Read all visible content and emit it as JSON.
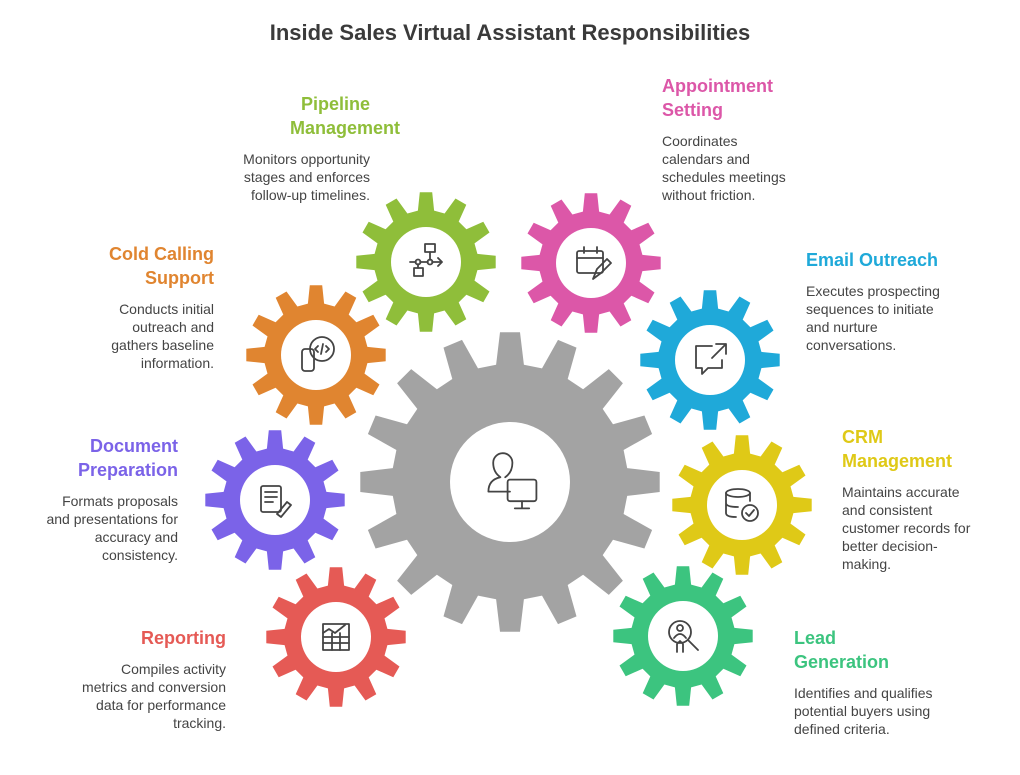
{
  "title": "Inside Sales Virtual Assistant Responsibilities",
  "center": {
    "icon": "assistant-at-computer-icon",
    "color": "#a3a3a3"
  },
  "items": [
    {
      "key": "pipeline",
      "title": "Pipeline Management",
      "desc": "Monitors opportunity stages and enforces follow-up timelines.",
      "color": "#8fbe3a",
      "icon": "workflow-icon"
    },
    {
      "key": "appointment",
      "title": "Appointment Setting",
      "desc": "Coordinates calendars and schedules meetings without friction.",
      "color": "#dc57a8",
      "icon": "calendar-edit-icon"
    },
    {
      "key": "cold",
      "title": "Cold Calling Support",
      "desc": "Conducts initial outreach and gathers baseline information.",
      "color": "#e08530",
      "icon": "phone-code-icon"
    },
    {
      "key": "email",
      "title": "Email Outreach",
      "desc": "Executes prospecting sequences to initiate and nurture conversations.",
      "color": "#1fa9d9",
      "icon": "share-out-icon"
    },
    {
      "key": "document",
      "title": "Document Preparation",
      "desc": "Formats proposals and presentations for accuracy and consistency.",
      "color": "#7b63e8",
      "icon": "document-sign-icon"
    },
    {
      "key": "crm",
      "title": "CRM Management",
      "desc": "Maintains accurate and consistent customer records for better decision-making.",
      "color": "#dfc917",
      "icon": "database-check-icon"
    },
    {
      "key": "reporting",
      "title": "Reporting",
      "desc": "Compiles activity metrics and conversion data for performance tracking.",
      "color": "#e55a55",
      "icon": "chart-grid-icon"
    },
    {
      "key": "lead",
      "title": "Lead Generation",
      "desc": "Identifies and qualifies potential buyers using defined criteria.",
      "color": "#3cc47f",
      "icon": "search-person-icon"
    }
  ]
}
